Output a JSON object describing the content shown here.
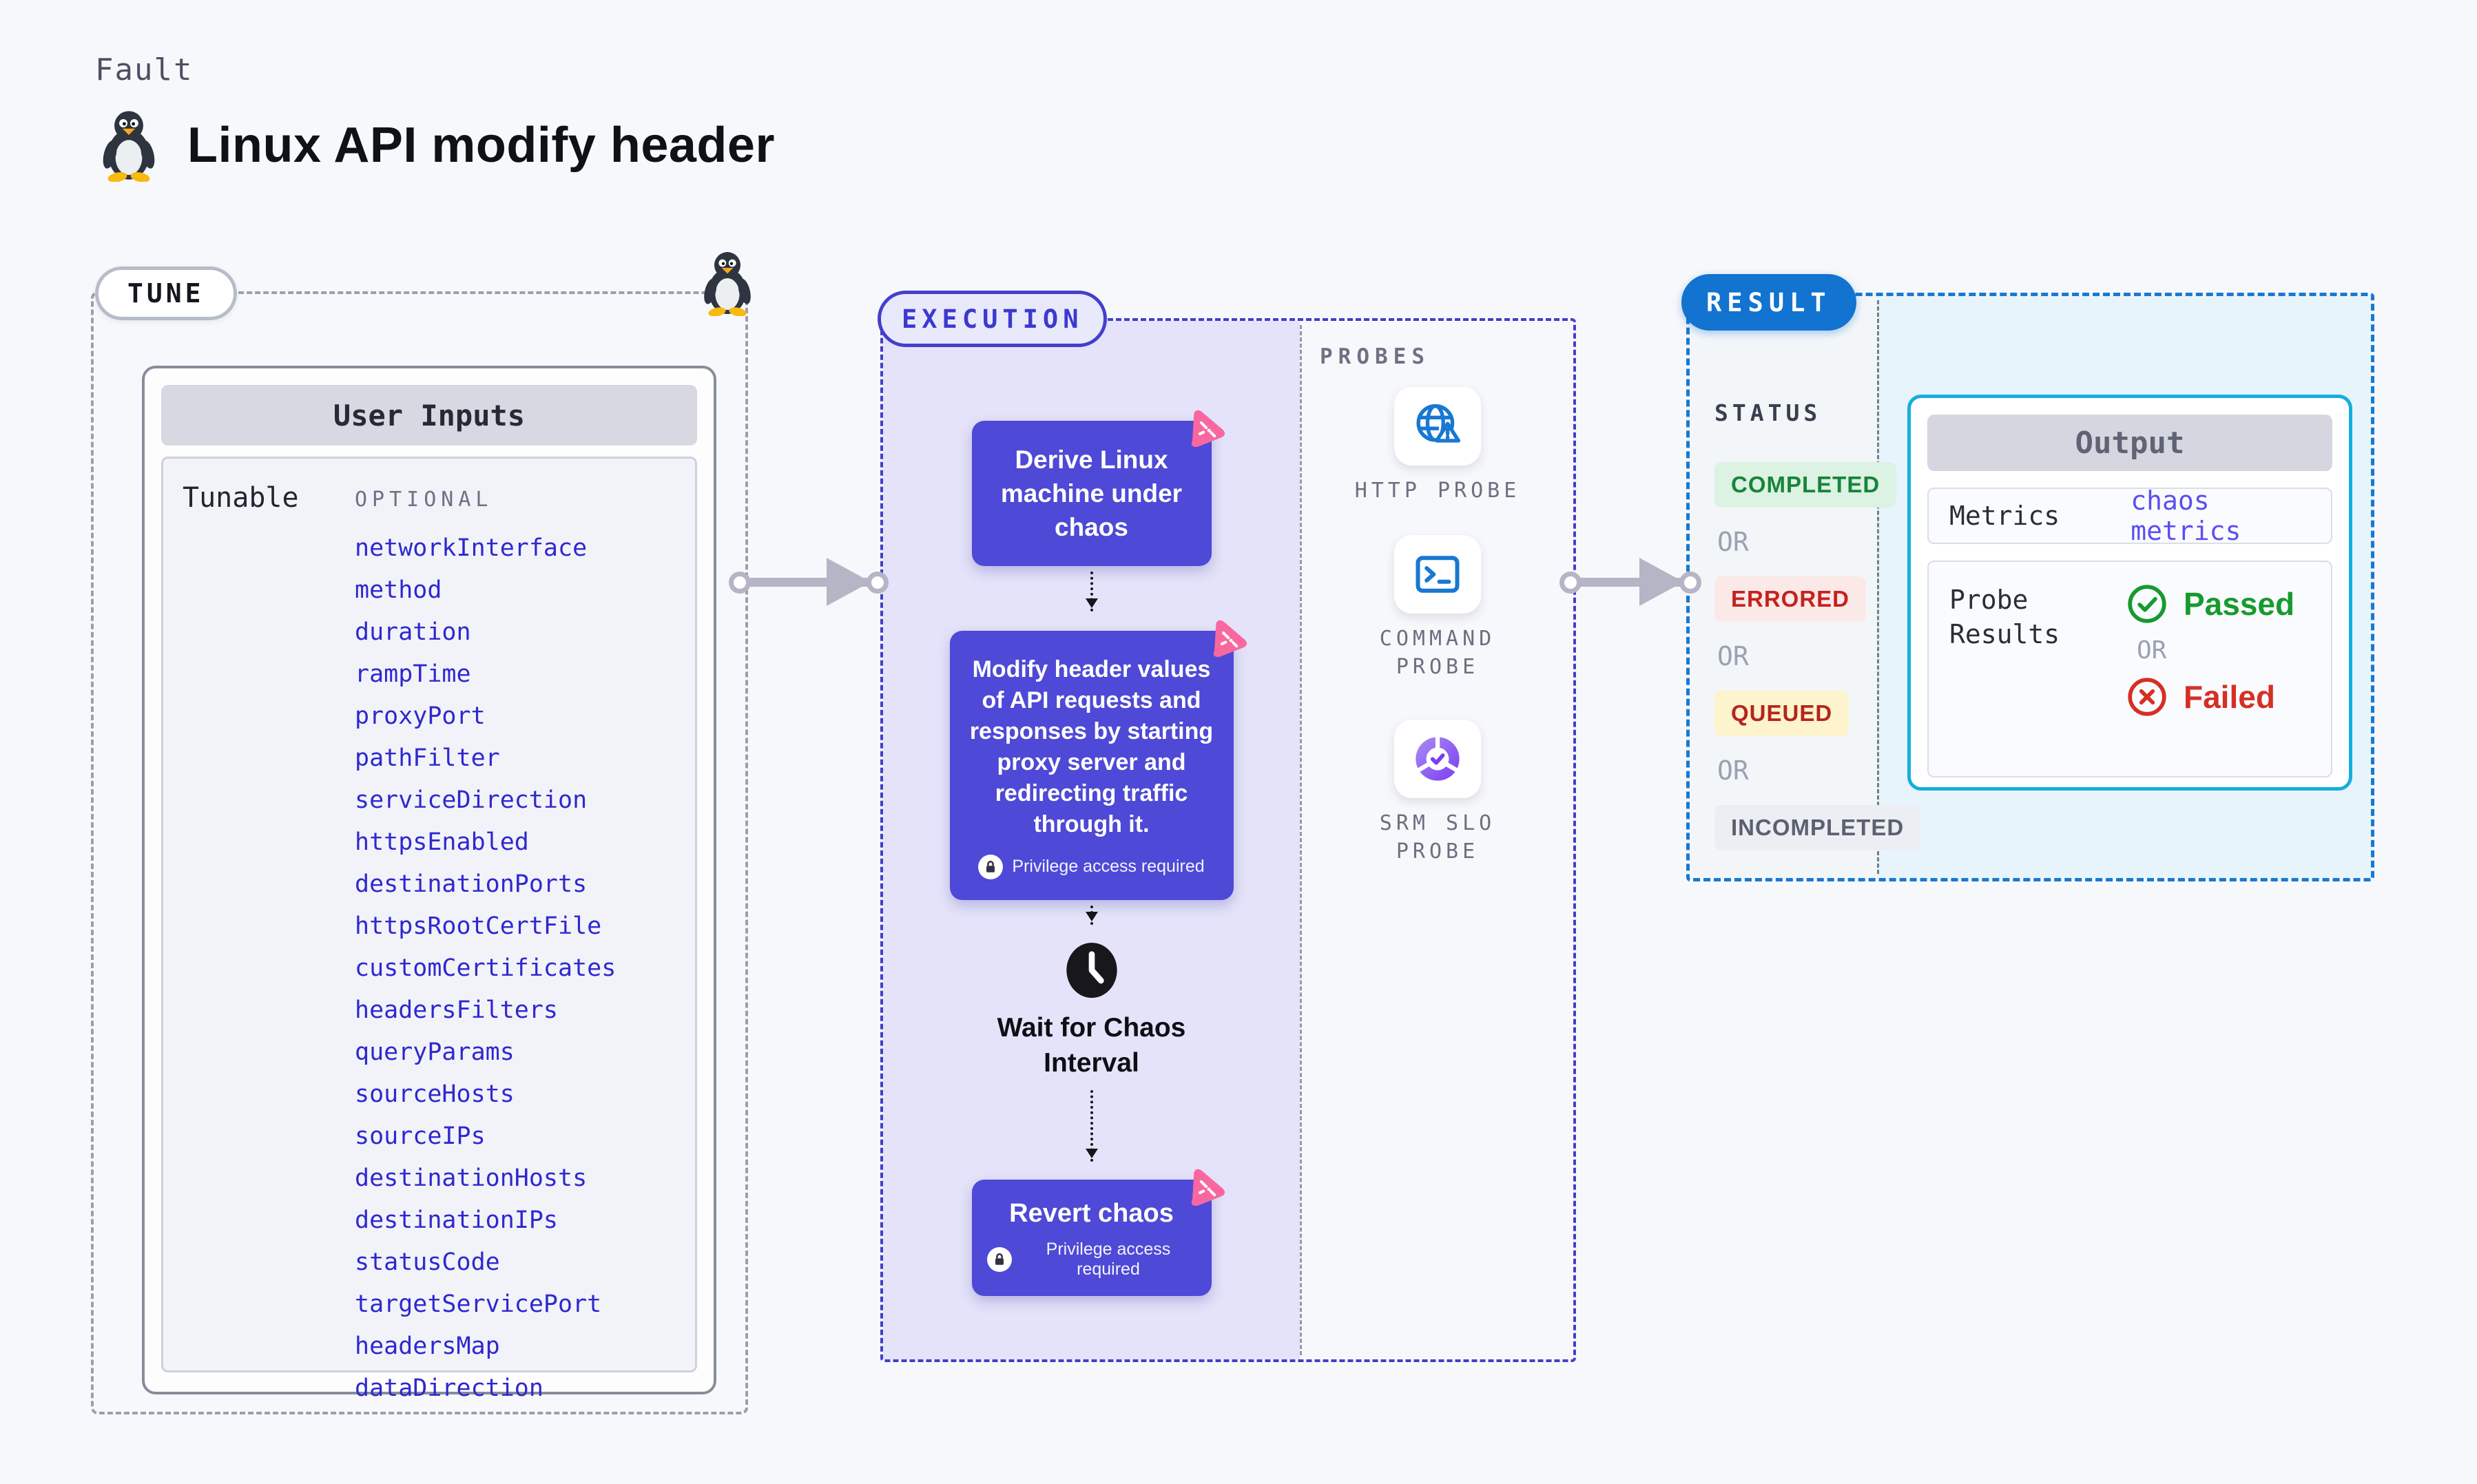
{
  "page": {
    "kicker": "Fault",
    "title": "Linux API modify header"
  },
  "tune": {
    "pill": "TUNE",
    "table_title": "User Inputs",
    "row_label": "Tunable",
    "optional_label": "OPTIONAL",
    "params": [
      "networkInterface",
      "method",
      "duration",
      "rampTime",
      "proxyPort",
      "pathFilter",
      "serviceDirection",
      "httpsEnabled",
      "destinationPorts",
      "httpsRootCertFile",
      "customCertificates",
      "headersFilters",
      "queryParams",
      "sourceHosts",
      "sourceIPs",
      "destinationHosts",
      "destinationIPs",
      "statusCode",
      "targetServicePort",
      "headersMap",
      "dataDirection"
    ]
  },
  "execution": {
    "pill": "EXECUTION",
    "derive_step": "Derive Linux machine under chaos",
    "modify_step": "Modify header values of API requests and responses by starting proxy server and redirecting traffic through it.",
    "wait_step": "Wait for Chaos Interval",
    "revert_step": "Revert chaos",
    "privilege_note": "Privilege access required",
    "probes_label": "PROBES",
    "probes": [
      {
        "name": "HTTP PROBE",
        "icon": "globe-alert-icon"
      },
      {
        "name": "COMMAND\nPROBE",
        "icon": "terminal-icon"
      },
      {
        "name": "SRM SLO\nPROBE",
        "icon": "slo-gauge-icon"
      }
    ]
  },
  "result": {
    "pill": "RESULT",
    "status_label": "STATUS",
    "or_label": "OR",
    "statuses": [
      {
        "label": "COMPLETED",
        "kind": "completed"
      },
      {
        "label": "ERRORED",
        "kind": "errored"
      },
      {
        "label": "QUEUED",
        "kind": "queued"
      },
      {
        "label": "INCOMPLETED",
        "kind": "incompleted"
      }
    ],
    "output": {
      "title": "Output",
      "metrics_label": "Metrics",
      "metrics_value": "chaos metrics",
      "probe_label": "Probe Results",
      "passed_label": "Passed",
      "failed_label": "Failed"
    }
  },
  "icons": {
    "fault": "tux-penguin-icon",
    "chaos_badge": "chaos-pink-badge-icon",
    "privilege": "lock-icon",
    "wait": "clock-icon",
    "http_probe": "globe-alert-icon",
    "command_probe": "terminal-icon",
    "srm_slo_probe": "slo-gauge-icon",
    "passed": "check-circle-icon",
    "failed": "x-circle-icon"
  },
  "colors": {
    "accent_indigo": "#4e49d6",
    "accent_blue": "#1273d0",
    "accent_cyan": "#14aede",
    "probe_blue": "#1878d2",
    "success_green": "#179a2e",
    "error_red": "#d62f24",
    "queued_red": "#b3261e",
    "pink_badge": "#f9679f",
    "purple_panel": "#e4e3f9",
    "param_blue": "#2f28cf"
  }
}
